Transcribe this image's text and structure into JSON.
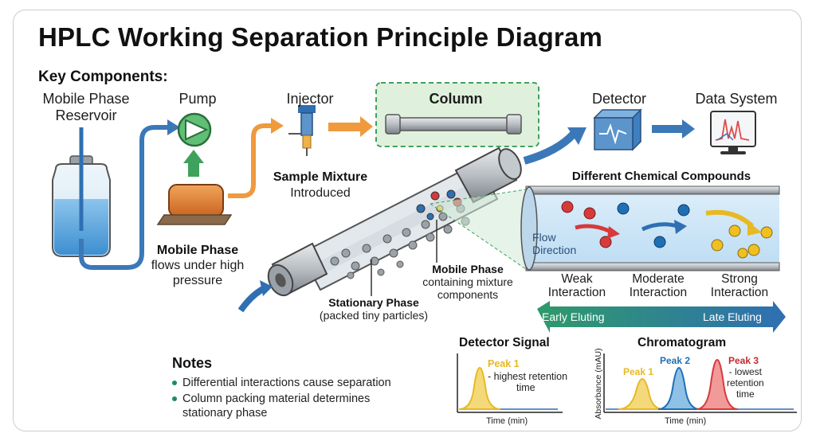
{
  "title": "HPLC Working Separation Principle Diagram",
  "key_components": "Key Components:",
  "components": {
    "reservoir": [
      "Mobile Phase",
      "Reservoir"
    ],
    "pump": "Pump",
    "injector": "Injector",
    "column": "Column",
    "detector": "Detector",
    "data_system": "Data System"
  },
  "sample_mixture": {
    "title": "Sample Mixture",
    "sub": "Introduced"
  },
  "mobile_phase_left": {
    "title": "Mobile Phase",
    "lines": [
      "flows under high",
      "pressure"
    ]
  },
  "stationary_phase": {
    "title": "Stationary Phase",
    "sub": "(packed tiny particles)"
  },
  "mobile_phase_mid": {
    "title": "Mobile Phase",
    "lines": [
      "containing mixture",
      "components"
    ]
  },
  "compounds_title": "Different Chemical Compounds",
  "flow_direction": [
    "Flow",
    "Direction"
  ],
  "interactions": {
    "weak": [
      "Weak",
      "Interaction"
    ],
    "moderate": [
      "Moderate",
      "Interaction"
    ],
    "strong": [
      "Strong",
      "Interaction"
    ]
  },
  "elution": {
    "early": "Early Eluting",
    "late": "Late Eluting"
  },
  "detector_signal": {
    "title": "Detector Signal",
    "peak": "Peak 1",
    "note": [
      "- highest retention",
      "time"
    ],
    "xlabel": "Time (min)"
  },
  "chromatogram": {
    "title": "Chromatogram",
    "ylabel": "Absorbance (mAU)",
    "xlabel": "Time (min)",
    "peak1": "Peak 1",
    "peak2": "Peak 2",
    "peak3": "Peak 3",
    "peak3_note": [
      "- lowest",
      "retention",
      "time"
    ]
  },
  "notes": {
    "title": "Notes",
    "items": [
      "Differential interactions cause separation",
      "Column packing material determines",
      "stationary phase"
    ]
  },
  "colors": {
    "arrow_blue": "#3b78b8",
    "arrow_orange": "#ef9a3d",
    "column_green": "#dff1dc",
    "pump_green": "#3fa25c",
    "peak_yellow": "#e7b923",
    "peak_blue": "#1f6fb5",
    "peak_red": "#d63a3a",
    "elution_green": "#2f9a6a",
    "elution_blue": "#2f6fb2"
  }
}
